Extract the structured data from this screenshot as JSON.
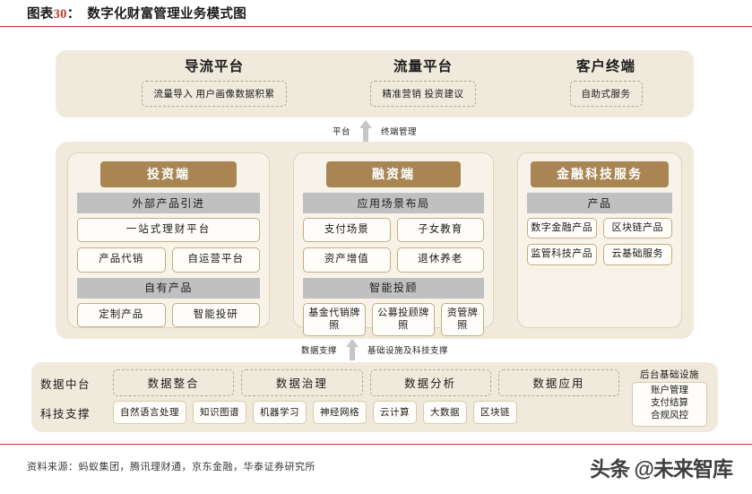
{
  "header": {
    "prefix": "图表",
    "number": "30",
    "colon": "：",
    "title": "数字化财富管理业务模式图",
    "rule_color": "#c0392b"
  },
  "colors": {
    "band_bg": "#efeadc",
    "panel_bg": "#f7f3e8",
    "brown": "#a98553",
    "gray_bar": "#c0c0c0",
    "cell_border": "#c8ab7d",
    "dashed_border": "#b6a98c",
    "accent_red": "#c0392b"
  },
  "top_band": {
    "platforms": [
      {
        "title": "导流平台",
        "box": "流量导入 用户画像数据积累"
      },
      {
        "title": "流量平台",
        "box": "精准营销 投资建议"
      },
      {
        "title": "客户终端",
        "box": "自助式服务"
      }
    ]
  },
  "arrow_top": {
    "left_label": "平台",
    "right_label": "终端管理",
    "icon": "arrow-up-icon"
  },
  "arrow_bottom": {
    "left_label": "数据支撑",
    "right_label": "基础设施及科技支撑",
    "icon": "arrow-up-icon"
  },
  "panels": [
    {
      "head": "投资端",
      "groups": [
        {
          "sub_head": "外部产品引进",
          "rows": [
            [
              "一站式理财平台"
            ],
            [
              "产品代销",
              "自运营平台"
            ]
          ]
        },
        {
          "sub_head": "自有产品",
          "rows": [
            [
              "定制产品",
              "智能投研"
            ]
          ]
        }
      ]
    },
    {
      "head": "融资端",
      "groups": [
        {
          "sub_head": "应用场景布局",
          "rows": [
            [
              "支付场景",
              "子女教育"
            ],
            [
              "资产增值",
              "退休养老"
            ]
          ]
        },
        {
          "sub_head": "智能投顾",
          "rows": [
            [
              "基金代销牌照",
              "公募投顾牌照",
              "资管牌照"
            ]
          ]
        }
      ]
    },
    {
      "head": "金融科技服务",
      "groups": [
        {
          "sub_head": "产品",
          "rows": [
            [
              "数字金融产品",
              "区块链产品"
            ],
            [
              "监管科技产品",
              "云基础服务"
            ]
          ]
        }
      ]
    }
  ],
  "bottom_band": {
    "data_row": {
      "label": "数据中台",
      "chips": [
        "数据整合",
        "数据治理",
        "数据分析",
        "数据应用"
      ]
    },
    "tech_row": {
      "label": "科技支撑",
      "chips": [
        "自然语言处理",
        "知识图谱",
        "机器学习",
        "神经网络",
        "云计算",
        "大数据",
        "区块链"
      ]
    },
    "infra": {
      "title": "后台基础设施",
      "items": [
        "账户管理",
        "支付结算",
        "合规风控"
      ]
    }
  },
  "footer": {
    "source": "资料来源：蚂蚁集团，腾讯理财通，京东金融，华泰证券研究所",
    "watermark": "头条 @未来智库"
  }
}
